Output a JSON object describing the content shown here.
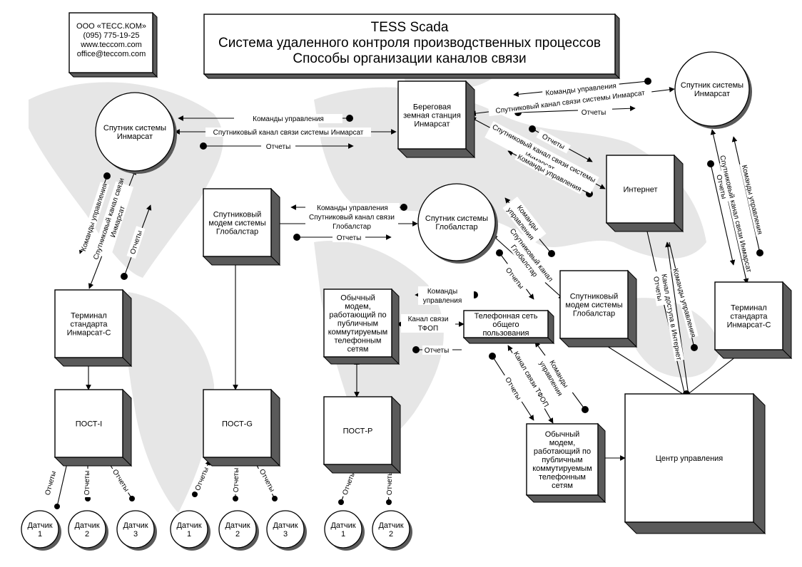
{
  "contact": {
    "company": "ООО «ТЕСС.КОМ»",
    "phone": "(095) 775-19-25",
    "web": "www.teccom.com",
    "email": "office@teccom.com"
  },
  "title": {
    "line1": "TESS Scada",
    "line2": "Система удаленного контроля производственных процессов",
    "line3": "Способы организации каналов связи"
  },
  "nodes": {
    "sat_left": [
      "Спутник системы",
      "Инмарсат"
    ],
    "sat_right": [
      "Спутник системы",
      "Инмарсат"
    ],
    "sat_glob": [
      "Спутник системы",
      "Глобалстар"
    ],
    "ground_station": [
      "Береговая",
      "земная станция",
      "Инмарсат"
    ],
    "internet": [
      "Интернет"
    ],
    "glob_modem_left": [
      "Спутниковый",
      "модем системы",
      "Глобалстар"
    ],
    "glob_modem_right": [
      "Спутниковый",
      "модем системы",
      "Глобалстар"
    ],
    "modem_left": [
      "Обычный",
      "модем,",
      "работающий по",
      "публичным",
      "коммутируемым",
      "телефонным",
      "сетям"
    ],
    "modem_right": [
      "Обычный",
      "модем,",
      "работающий по",
      "публичным",
      "коммутируемым",
      "телефонным",
      "сетям"
    ],
    "pstn": [
      "Телефонная сеть",
      "общего",
      "пользования"
    ],
    "term_left": [
      "Терминал",
      "стандарта",
      "Инмарсат-С"
    ],
    "term_right": [
      "Терминал",
      "стандарта",
      "Инмарсат-С"
    ],
    "post_i": [
      "ПОСТ-I"
    ],
    "post_g": [
      "ПОСТ-G"
    ],
    "post_p": [
      "ПОСТ-P"
    ],
    "center": [
      "Центр управления"
    ],
    "s1a": [
      "Датчик",
      "1"
    ],
    "s2a": [
      "Датчик",
      "2"
    ],
    "s3a": [
      "Датчик",
      "3"
    ],
    "s1b": [
      "Датчик",
      "1"
    ],
    "s2b": [
      "Датчик",
      "2"
    ],
    "s3b": [
      "Датчик",
      "3"
    ],
    "s1c": [
      "Датчик",
      "1"
    ],
    "s2c": [
      "Датчик",
      "2"
    ]
  },
  "labels": {
    "commands": "Команды управления",
    "sat_channel_inm": "Спутниковый канал связи системы Инмарсат",
    "reports": "Отчеты",
    "sat_channel_glob_1": "Спутниковый канал связи",
    "sat_channel_glob_2": "Глобалстар",
    "commands_short_1": "Команды",
    "commands_short_2": "управления",
    "pstn_channel_1": "Канал связи",
    "pstn_channel_2": "ТФОП",
    "sat_channel_sys_1": "Спутниковый канал связи системы",
    "sat_channel_sys_2": "Инмарсат",
    "sat_channel_vert_1": "Спутниковый канал связи",
    "sat_channel_vert_2": "Инмарсат",
    "reports_glob": "Отчеты",
    "glob_channel_1": "Спутниковый канал",
    "glob_channel_2": "Глобалстар",
    "internet_reports": "Отчеты",
    "internet_access": "Канал доступа в Интернет",
    "internet_commands": "Команды управления",
    "pstn_channel_vert": "Канал связи ТФОП",
    "commands_vert_1": "Команды",
    "commands_vert_2": "управления",
    "sat_inm_vert": "Спутниковый канал связи Инмарсат"
  }
}
